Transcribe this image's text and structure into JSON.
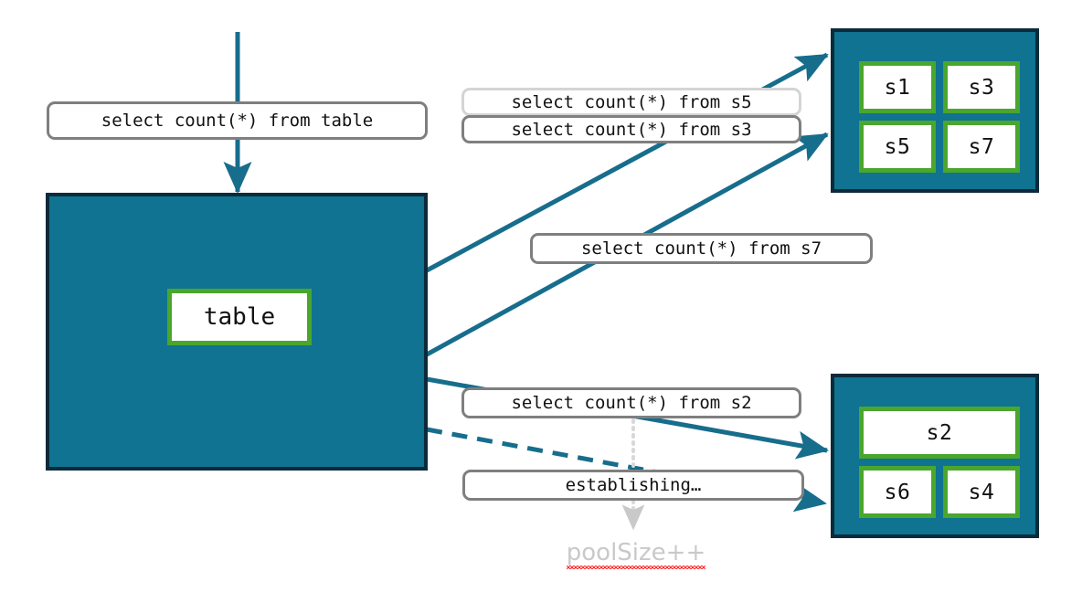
{
  "colors": {
    "pool_fill": "#0f7391",
    "pool_border": "#0c2b3a",
    "shard_border": "#4aa62c",
    "arrow": "#176d8c",
    "label_border": "#7f7f7f",
    "label_border_light": "#d4d4d4",
    "faded_text": "#c9c9c9",
    "spellcheck_underline": "#ff2d2d",
    "page_background": "#ffffff"
  },
  "source": {
    "incoming_query": "select count(*) from table",
    "table_label": "table"
  },
  "queries": {
    "s5": "select count(*) from s5",
    "s3": "select count(*) from s3",
    "s7": "select count(*) from s7",
    "s2": "select count(*) from s2",
    "establishing": "establishing…",
    "poolsize": "poolSize++"
  },
  "pools": [
    {
      "name": "top-pool",
      "shards": [
        "s1",
        "s3",
        "s5",
        "s7"
      ]
    },
    {
      "name": "bottom-pool",
      "shards": [
        "s2",
        "s6",
        "s4"
      ]
    }
  ],
  "edges": [
    {
      "name": "incoming-to-table",
      "style": "solid",
      "direction": "down"
    },
    {
      "name": "table-to-top-pool-a",
      "style": "solid",
      "direction": "up-right"
    },
    {
      "name": "table-to-top-pool-b",
      "style": "solid",
      "direction": "up-right"
    },
    {
      "name": "table-to-bottom-pool-solid",
      "style": "solid",
      "direction": "down-right"
    },
    {
      "name": "table-to-bottom-pool-dashed",
      "style": "dashed",
      "direction": "down-right"
    },
    {
      "name": "establishing-to-poolsize",
      "style": "dotted",
      "direction": "down"
    }
  ]
}
